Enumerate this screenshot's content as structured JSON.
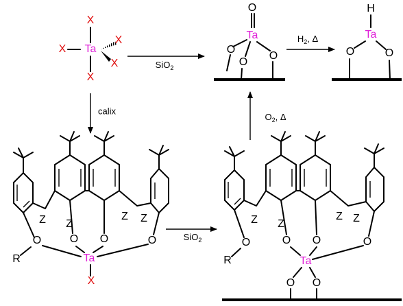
{
  "colors": {
    "tantalum": "#e020d8",
    "ligand_x": "#e01010",
    "bond": "#000000"
  },
  "atoms": {
    "ta": "Ta",
    "x": "X",
    "o": "O",
    "h": "H",
    "z": "Z",
    "r": "R"
  },
  "conditions": {
    "sio2_prefix": "SiO",
    "sio2_sub": "2",
    "calix": "calix",
    "h2_prefix": "H",
    "h2_sub": "2",
    "h2_suffix": ", Δ",
    "o2_prefix": "O",
    "o2_sub": "2",
    "o2_suffix": ", Δ"
  }
}
